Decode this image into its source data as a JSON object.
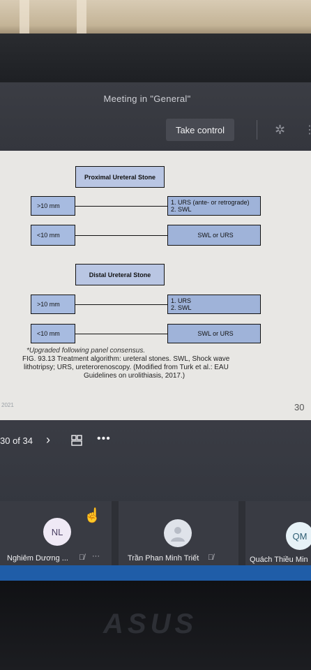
{
  "window": {
    "meeting_title": "Meeting in \"General\"",
    "take_control_label": "Take control"
  },
  "slide": {
    "proximal_title": "Proximal Ureteral Stone",
    "distal_title": "Distal Ureteral Stone",
    "rows": [
      {
        "left": ">10 mm",
        "right": [
          "1. URS (ante- or retrograde)",
          "2. SWL"
        ]
      },
      {
        "left": "<10 mm",
        "right": [
          "SWL or URS"
        ]
      },
      {
        "left": ">10 mm",
        "right": [
          "1. URS",
          "2. SWL"
        ]
      },
      {
        "left": "<10 mm",
        "right": [
          "SWL or URS"
        ]
      }
    ],
    "caption_note": "*Upgraded following panel consensus.",
    "caption_line1": "FIG. 93.13  Treatment algorithm: ureteral stones. SWL, Shock wave",
    "caption_line2": "lithotripsy; URS, ureterorenoscopy. (Modified from Turk et al.: EAU",
    "caption_line3": "Guidelines on urolithiasis, 2017.)",
    "year": "2021",
    "page_number": "30"
  },
  "toolbar": {
    "page_indicator": "30 of 34",
    "next_icon": "chevron-right-icon",
    "grid_icon": "grid-icon",
    "more_icon": "ellipsis-icon"
  },
  "participants": [
    {
      "initials": "NL",
      "name": "Nghiêm Dương ...",
      "avatar_bg": "#efe9f5",
      "avatar_fg": "#4a3f63"
    },
    {
      "initials": "",
      "name": "Trần Phan Minh Triết",
      "avatar_bg": "#dfe3ea",
      "avatar_fg": "#333"
    },
    {
      "initials": "QM",
      "name": "Quách Thiều Min",
      "avatar_bg": "#e7f2f7",
      "avatar_fg": "#2f5f74"
    }
  ],
  "colors": {
    "titlebar": "#3b3d44",
    "slide_bg": "#e8e7e4",
    "box_fill": "#9fb3d9",
    "teams_blue": "#1f5da8"
  }
}
